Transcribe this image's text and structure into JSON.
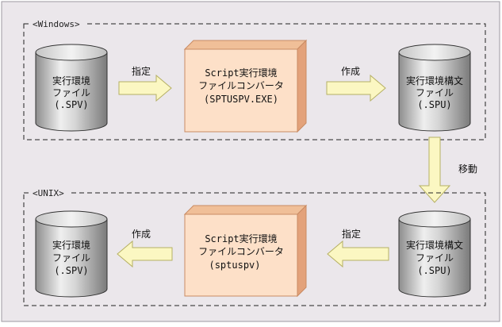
{
  "windows_group": {
    "label": "<Windows>",
    "source_file": [
      "実行環境",
      "ファイル",
      "(.SPV)"
    ],
    "arrow_label": "指定",
    "converter": [
      "Script実行環境",
      "ファイルコンバータ",
      "(SPTUSPV.EXE)"
    ],
    "output_label": "作成",
    "target_file": [
      "実行環境構文",
      "ファイル",
      "(.SPU)"
    ]
  },
  "transfer_label": "移動",
  "unix_group": {
    "label": "<UNIX>",
    "source_file": [
      "実行環境構文",
      "ファイル",
      "(.SPU)"
    ],
    "arrow_label": "指定",
    "converter": [
      "Script実行環境",
      "ファイルコンバータ",
      "(sptuspv)"
    ],
    "output_label": "作成",
    "target_file": [
      "実行環境",
      "ファイル",
      "(.SPV)"
    ]
  },
  "colors": {
    "background": "#ebe7eb",
    "arrow_fill": "#fbf7c2",
    "arrow_stroke": "#b6b064",
    "box_front": "#fde0c8",
    "box_edge": "#e3a27a",
    "cylinder_dark": "#8d8d8d",
    "cylinder_light": "#efefef"
  },
  "icons": [
    "cylinder-icon",
    "right-arrow-icon",
    "left-arrow-icon",
    "down-arrow-icon",
    "3d-box-icon"
  ]
}
